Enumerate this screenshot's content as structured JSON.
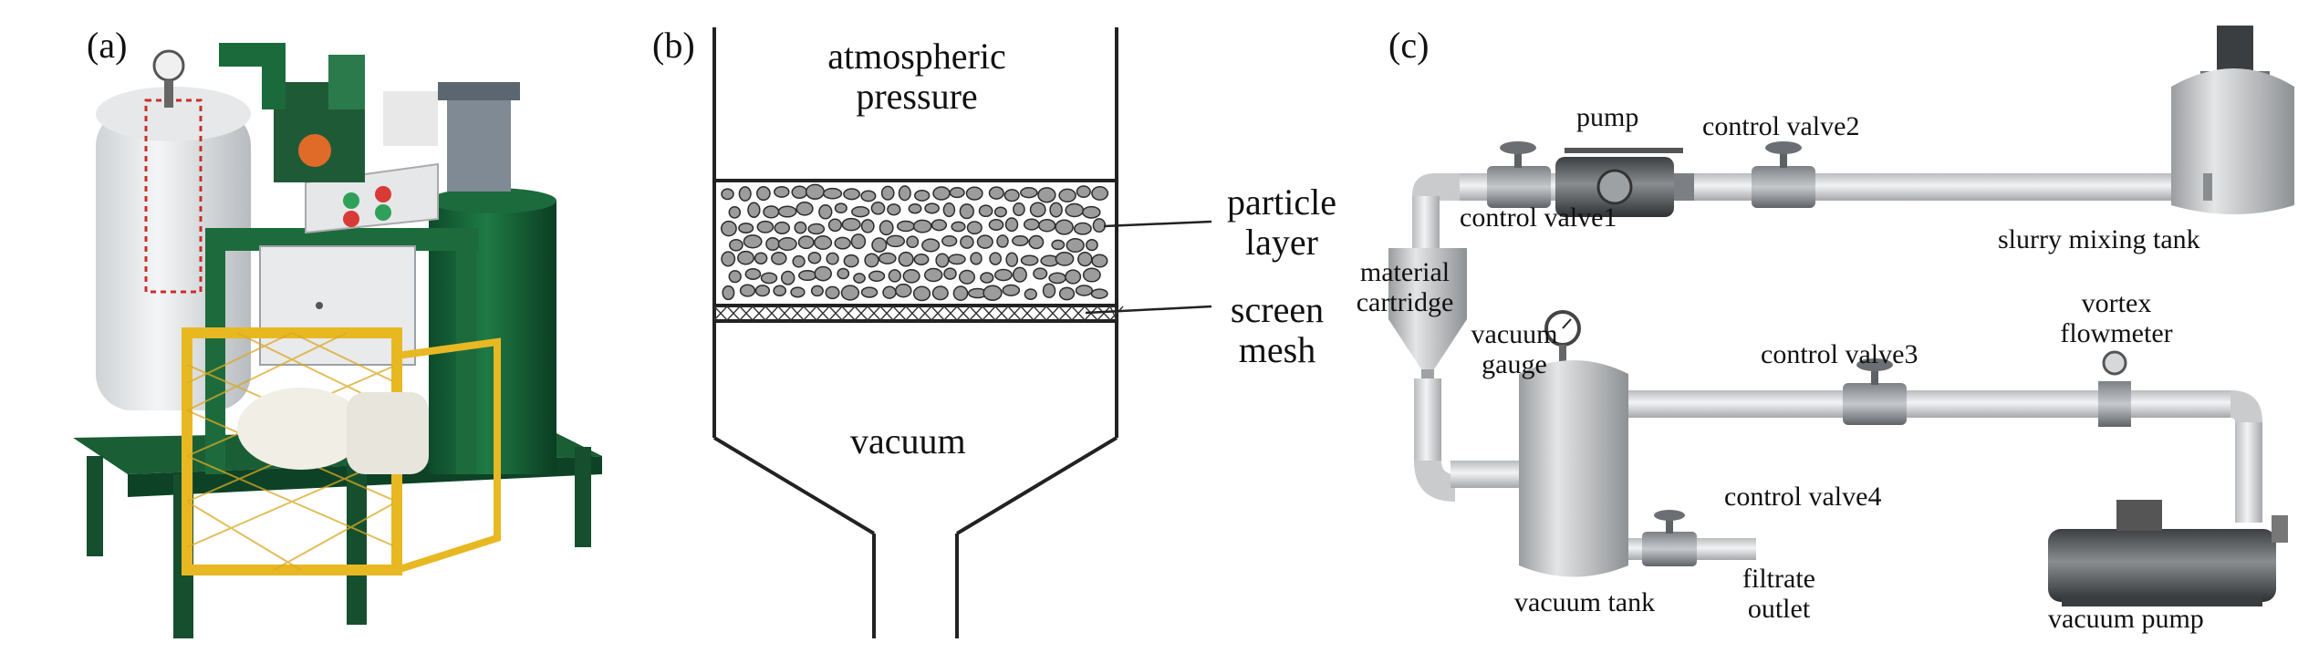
{
  "panel_a": {
    "tag": "(a)"
  },
  "panel_b": {
    "tag": "(b)",
    "atmo_line1": "atmospheric",
    "atmo_line2": "pressure",
    "particle_line1": "particle",
    "particle_line2": "layer",
    "screen_line1": "screen",
    "screen_line2": "mesh",
    "vacuum": "vacuum"
  },
  "panel_c": {
    "tag": "(c)",
    "pump": "pump",
    "control_valve2": "control valve2",
    "control_valve1": "control valve1",
    "slurry_mixing_tank": "slurry mixing tank",
    "material_line1": "material",
    "material_line2": "cartridge",
    "vacuum_gauge_line1": "vacuum",
    "vacuum_gauge_line2": "gauge",
    "control_valve3": "control valve3",
    "vortex_line1": "vortex",
    "vortex_line2": "flowmeter",
    "control_valve4": "control valve4",
    "vacuum_tank": "vacuum tank",
    "filtrate_line1": "filtrate",
    "filtrate_line2": "outlet",
    "vacuum_pump": "vacuum pump"
  }
}
